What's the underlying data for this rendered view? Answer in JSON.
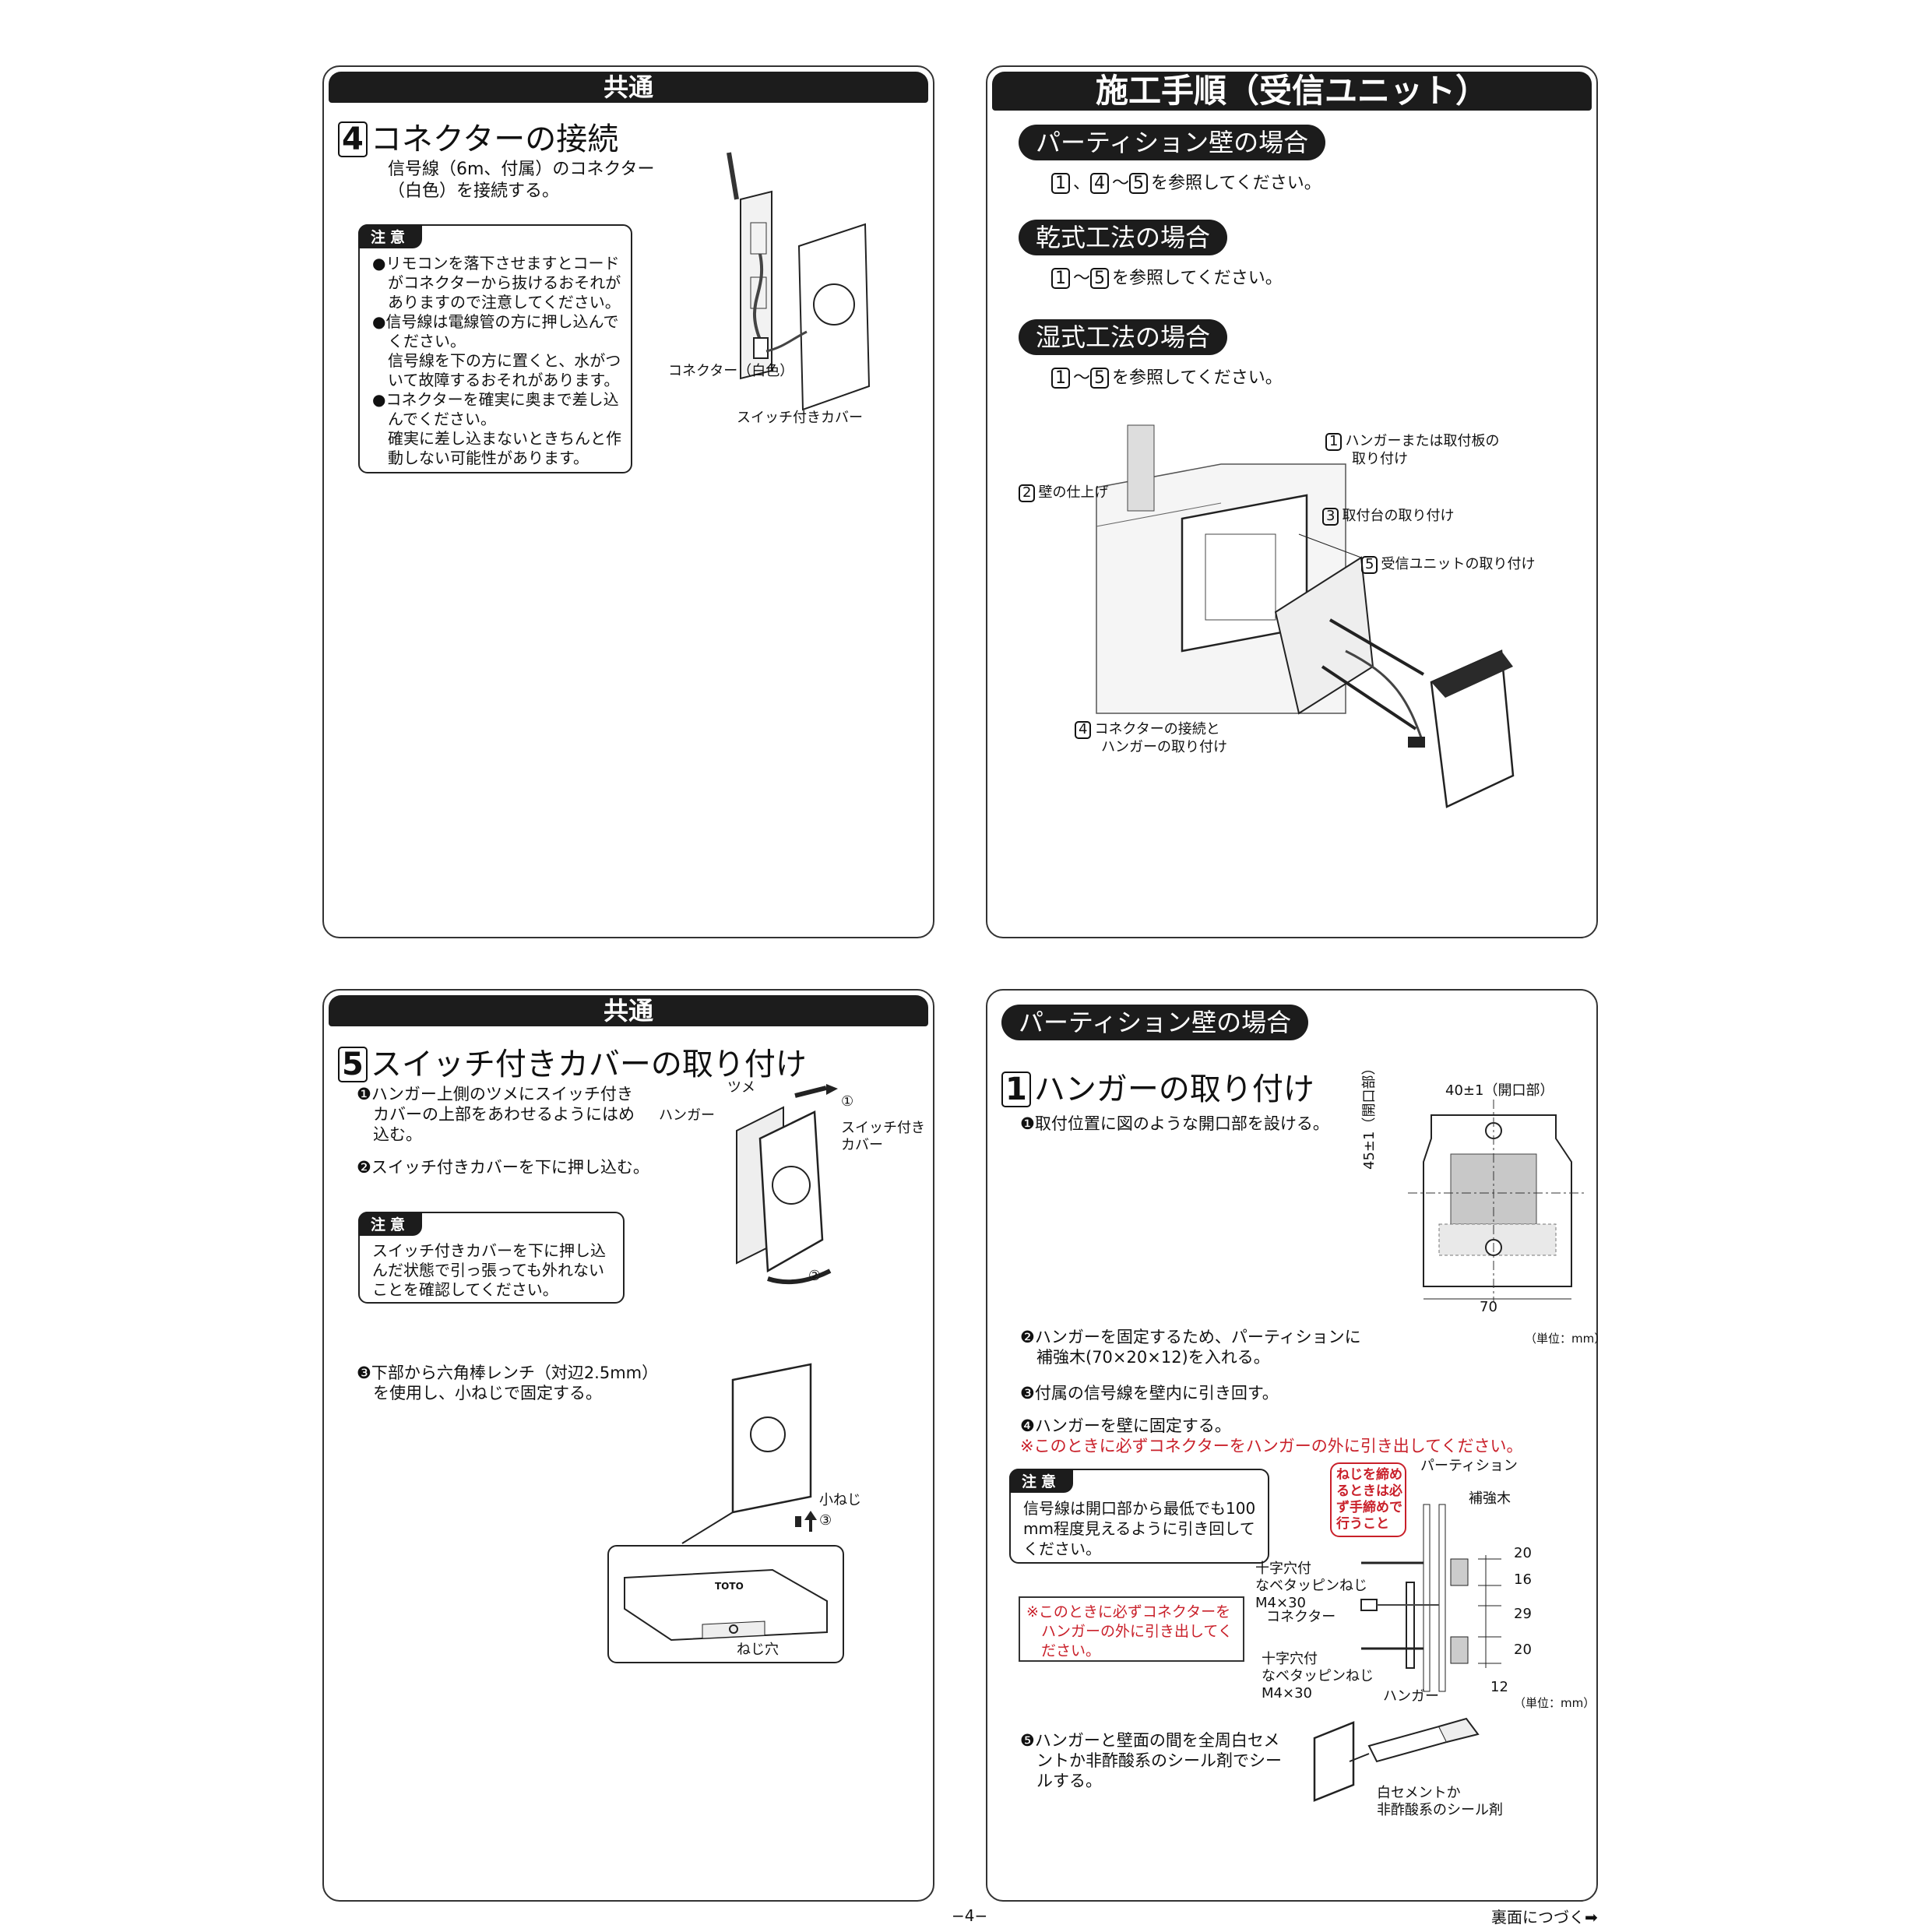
{
  "p1": {
    "header": "共通",
    "step_num": "4",
    "step_title": "コネクターの接続",
    "desc": [
      "信号線（6m、付属）のコネクター",
      "（白色）を接続する。"
    ],
    "caution_tag": "注意",
    "caution": [
      "●リモコンを落下させますとコード",
      "　がコネクターから抜けるおそれが",
      "　ありますので注意してください。",
      "●信号線は電線管の方に押し込んで",
      "　ください。",
      "　信号線を下の方に置くと、水がつ",
      "　いて故障するおそれがあります。",
      "●コネクターを確実に奥まで差し込",
      "　んでください。",
      "　確実に差し込まないときちんと作",
      "　動しない可能性があります。"
    ],
    "labels": {
      "connector": "コネクター（白色）",
      "cover": "スイッチ付きカバー"
    }
  },
  "p2": {
    "header": "施工手順（受信ユニット）",
    "sections": [
      {
        "title": "パーティション壁の場合",
        "a": "1",
        "sep1": "、",
        "b": "4",
        "sep2": "～",
        "c": "5",
        "tail": "を参照してください。"
      },
      {
        "title": "乾式工法の場合",
        "a": "1",
        "sep1": "～",
        "c": "5",
        "tail": "を参照してください。"
      },
      {
        "title": "湿式工法の場合",
        "a": "1",
        "sep1": "～",
        "c": "5",
        "tail": "を参照してください。"
      }
    ],
    "labels": {
      "l1_num": "1",
      "l1": [
        "ハンガーまたは取付板の",
        "取り付け"
      ],
      "l2_num": "2",
      "l2": "壁の仕上げ",
      "l3_num": "3",
      "l3": "取付台の取り付け",
      "l4_num": "4",
      "l4": [
        "コネクターの接続と",
        "ハンガーの取り付け"
      ],
      "l5_num": "5",
      "l5": "受信ユニットの取り付け"
    }
  },
  "p3": {
    "header": "共通",
    "step_num": "5",
    "step_title": "スイッチ付きカバーの取り付け",
    "s1": [
      "❶ハンガー上側のツメにスイッチ付き",
      "　カバーの上部をあわせるようにはめ",
      "　込む。"
    ],
    "s2": "❷スイッチ付きカバーを下に押し込む。",
    "caution_tag": "注意",
    "caution": [
      "スイッチ付きカバーを下に押し込",
      "んだ状態で引っ張っても外れない",
      "ことを確認してください。"
    ],
    "s3": [
      "❸下部から六角棒レンチ（対辺2.5mm）",
      "　を使用し、小ねじで固定する。"
    ],
    "labels": {
      "tsume": "ツメ",
      "hanger": "ハンガー",
      "cover1": "スイッチ付き",
      "cover2": "カバー",
      "m1": "①",
      "m2": "②",
      "m3": "③",
      "screw": "小ねじ",
      "hole": "ねじ穴",
      "brand": "TOTO"
    }
  },
  "p4": {
    "pill": "パーティション壁の場合",
    "step_num": "1",
    "step_title": "ハンガーの取り付け",
    "s1": "❶取付位置に図のような開口部を設ける。",
    "dim_top": "40±1（開口部）",
    "dim_side": "45±1（開口部）",
    "dim_bottom": "70",
    "unit": "（単位：mm）",
    "s2": [
      "❷ハンガーを固定するため、パーティションに",
      "　補強木(70×20×12)を入れる。"
    ],
    "s3": "❸付属の信号線を壁内に引き回す。",
    "s4": "❹ハンガーを壁に固定する。",
    "s4_warn": "※このときに必ずコネクターをハンガーの外に引き出してください。",
    "caution_tag": "注意",
    "caution": [
      "信号線は開口部から最低でも100",
      "mm程度見えるように引き回して",
      "ください。"
    ],
    "red_note": [
      "※このときに必ずコネクターを",
      "　ハンガーの外に引き出してく",
      "　ださい。"
    ],
    "bubble": [
      "ねじを締め",
      "るときは必",
      "ず手締めで",
      "行うこと"
    ],
    "labels": {
      "partition": "パーティション",
      "reinforce": "補強木",
      "screw_a": [
        "十字穴付",
        "なベタッピンねじ",
        "M4×30"
      ],
      "connector": "コネクター",
      "screw_b": [
        "十字穴付",
        "なベタッピンねじ",
        "M4×30"
      ],
      "hanger": "ハンガー",
      "d20a": "20",
      "d16": "16",
      "d29": "29",
      "d20b": "20",
      "d12": "12",
      "unit": "（単位：mm）"
    },
    "s5": [
      "❺ハンガーと壁面の間を全周白セメ",
      "　ントか非酢酸系のシール剤でシー",
      "　ルする。"
    ],
    "seal": [
      "白セメントか",
      "非酢酸系のシール剤"
    ]
  },
  "footer": {
    "page": "−4−",
    "next": "裏面につづく➡"
  }
}
